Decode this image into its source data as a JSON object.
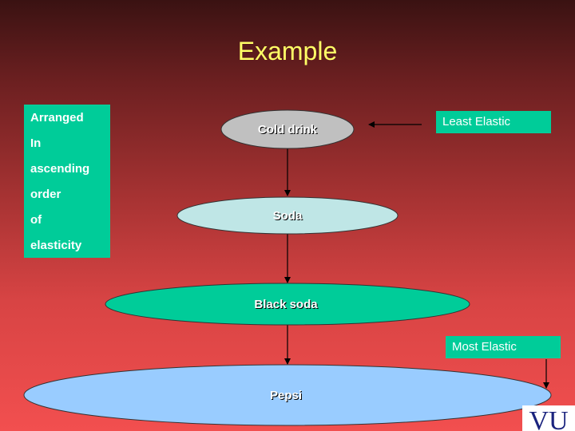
{
  "slide": {
    "title": "Example"
  },
  "side_note": {
    "lines": [
      "Arranged",
      "In",
      "ascending",
      "order",
      "of",
      "elasticity"
    ]
  },
  "tags": {
    "least": "Least Elastic",
    "most": "Most  Elastic"
  },
  "nodes": [
    {
      "label": "Cold drink",
      "fill": "#c0c0c0"
    },
    {
      "label": "Soda",
      "fill": "#bfe6e6"
    },
    {
      "label": "Black soda",
      "fill": "#00cc99"
    },
    {
      "label": "Pepsi",
      "fill": "#99ccff"
    }
  ],
  "logo": {
    "text": "VU"
  },
  "colors": {
    "title": "#ffff66",
    "box": "#00cc99"
  }
}
